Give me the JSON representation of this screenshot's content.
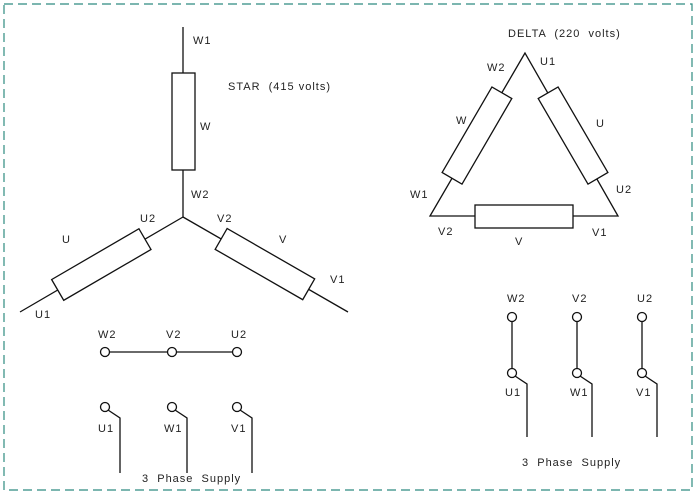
{
  "star": {
    "title": "STAR  (415 volts)",
    "labels": {
      "w1": "W1",
      "w": "W",
      "w2": "W2",
      "u2": "U2",
      "v2": "V2",
      "u": "U",
      "v": "V",
      "v1": "V1",
      "u1": "U1"
    },
    "terminals_top": [
      "W2",
      "V2",
      "U2"
    ],
    "terminals_bottom": [
      "U1",
      "W1",
      "V1"
    ],
    "supply": "3  Phase  Supply"
  },
  "delta": {
    "title": "DELTA  (220  volts)",
    "labels": {
      "u1": "U1",
      "w2": "W2",
      "w": "W",
      "u": "U",
      "w1": "W1",
      "u2": "U2",
      "v2": "V2",
      "v": "V",
      "v1": "V1"
    },
    "terminals_top": [
      "W2",
      "V2",
      "U2"
    ],
    "terminals_bottom": [
      "U1",
      "W1",
      "V1"
    ],
    "supply": "3  Phase  Supply"
  },
  "colors": {
    "border": "#2e8b80",
    "lines": "#111111"
  }
}
